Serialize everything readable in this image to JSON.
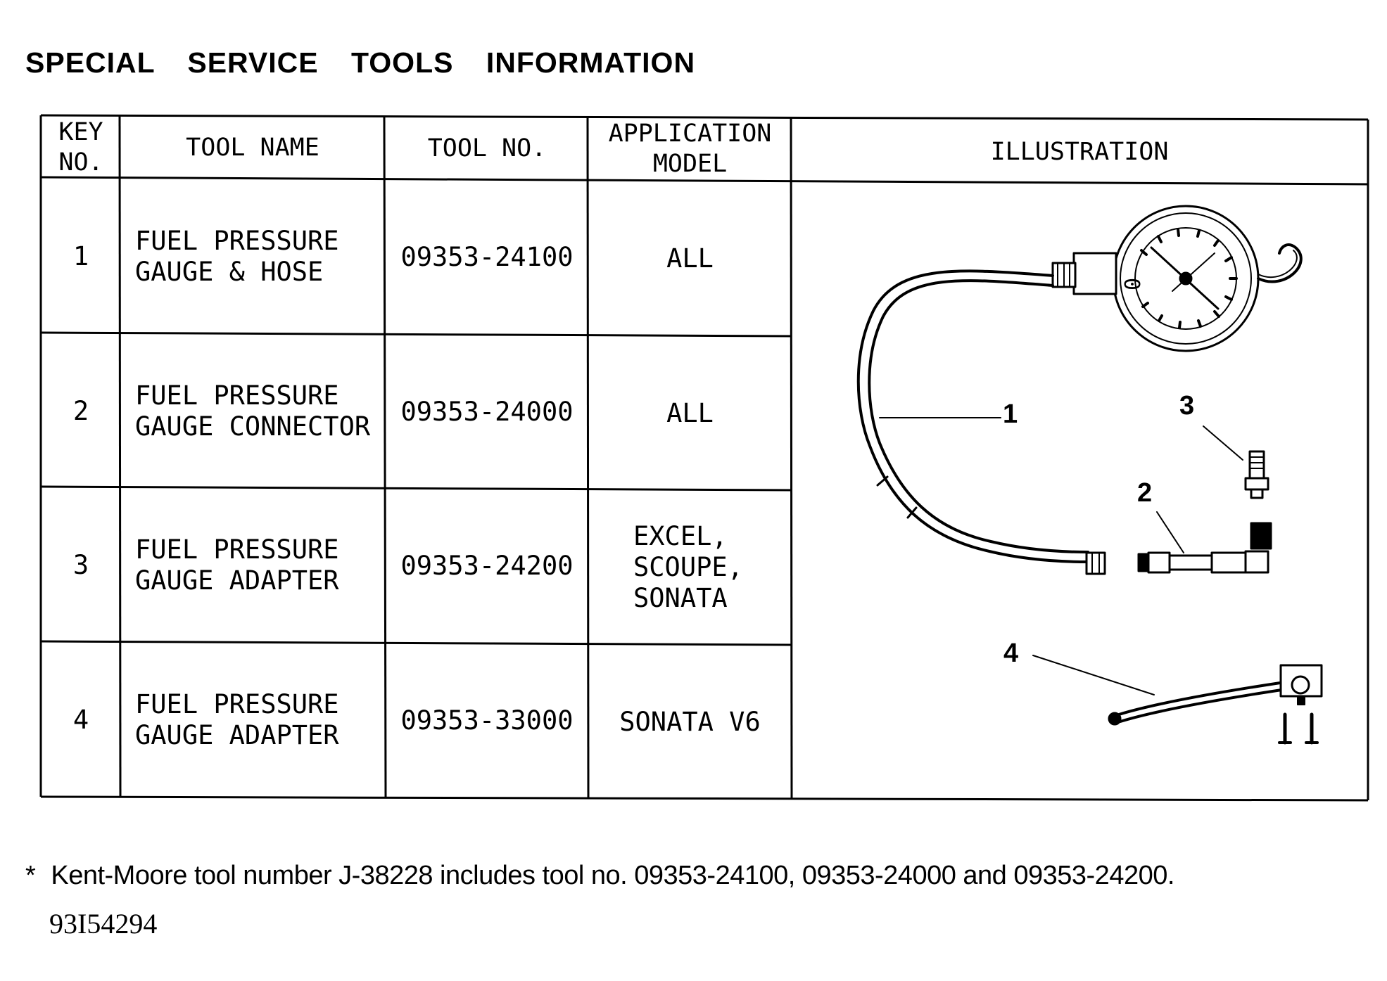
{
  "page": {
    "title": "SPECIAL SERVICE TOOLS INFORMATION",
    "footnote_marker": "*",
    "footnote": "Kent-Moore tool number J-38228 includes tool no. 09353-24100, 09353-24000 and 09353-24200.",
    "document_id": "93I54294"
  },
  "table": {
    "headers": {
      "key_no": [
        "KEY",
        "NO."
      ],
      "tool_name": "TOOL NAME",
      "tool_no": "TOOL NO.",
      "application_model": [
        "APPLICATION",
        "MODEL"
      ],
      "illustration": "ILLUSTRATION"
    },
    "rows": [
      {
        "key": "1",
        "name": [
          "FUEL PRESSURE",
          "GAUGE & HOSE"
        ],
        "tool_no": "09353-24100",
        "model": [
          "ALL"
        ]
      },
      {
        "key": "2",
        "name": [
          "FUEL PRESSURE",
          "GAUGE CONNECTOR"
        ],
        "tool_no": "09353-24000",
        "model": [
          "ALL"
        ]
      },
      {
        "key": "3",
        "name": [
          "FUEL PRESSURE",
          "GAUGE ADAPTER"
        ],
        "tool_no": "09353-24200",
        "model": [
          "EXCEL,",
          "SCOUPE,",
          "SONATA"
        ]
      },
      {
        "key": "4",
        "name": [
          "FUEL PRESSURE",
          "GAUGE ADAPTER"
        ],
        "tool_no": "09353-33000",
        "model": [
          "SONATA V6"
        ]
      }
    ]
  },
  "illustration": {
    "callouts": [
      "1",
      "2",
      "3",
      "4"
    ],
    "line_color": "#000000",
    "background": "#ffffff"
  }
}
